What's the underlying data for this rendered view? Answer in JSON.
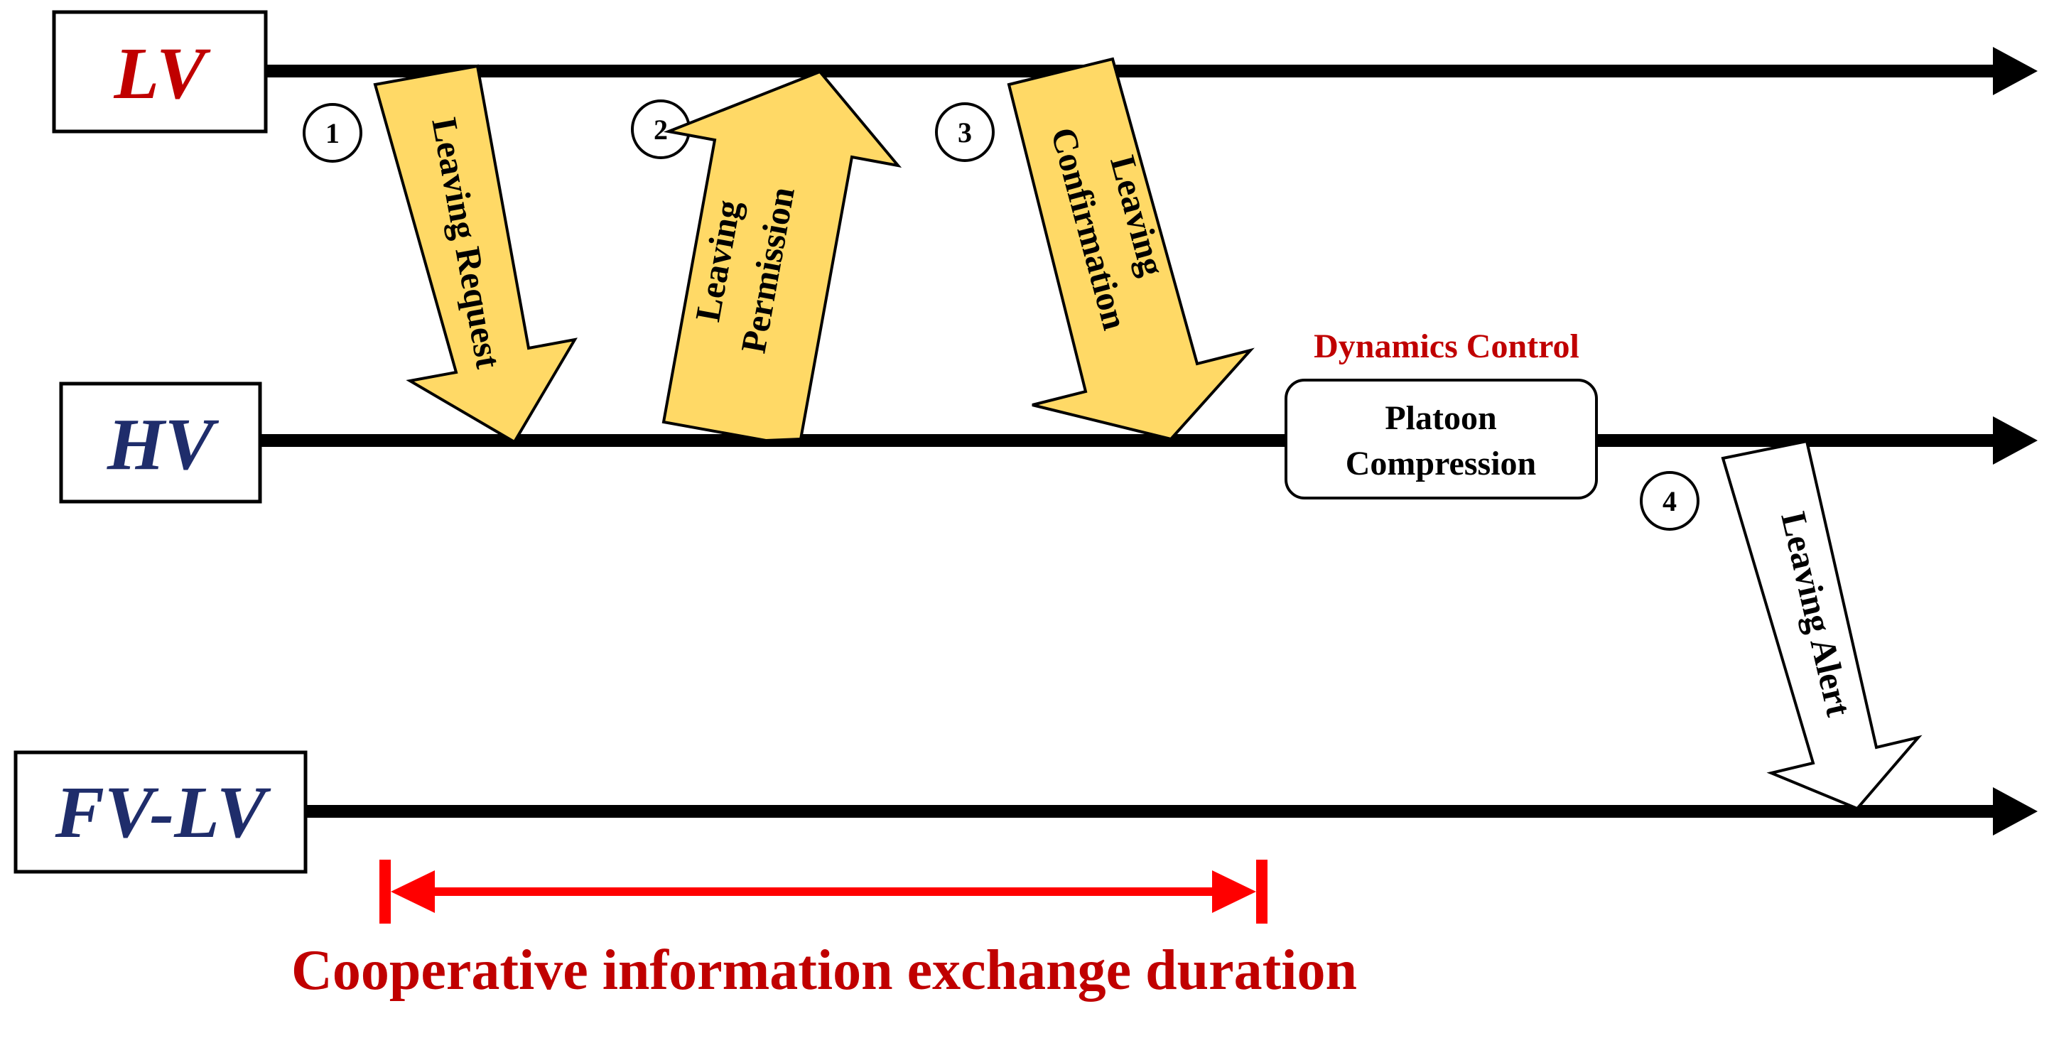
{
  "colors": {
    "lv_label": "#c00000",
    "hv_label": "#1f2d6b",
    "fv_label": "#1f2d6b",
    "message_fill": "#ffd966",
    "alert_fill": "#ffffff",
    "duration": "#ff0000",
    "dynamics_title": "#c00000"
  },
  "timelines": {
    "lv": {
      "label": "LV"
    },
    "hv": {
      "label": "HV"
    },
    "fv": {
      "label": "FV-LV"
    }
  },
  "messages": {
    "m1": {
      "step": "1",
      "text": "Leaving Request"
    },
    "m2": {
      "step": "2",
      "line1": "Leaving",
      "line2": "Permission"
    },
    "m3": {
      "step": "3",
      "line1": "Leaving",
      "line2": "Confirmation"
    },
    "m4": {
      "step": "4",
      "text": "Leaving Alert"
    }
  },
  "dynamics_control": {
    "title": "Dynamics Control",
    "line1": "Platoon",
    "line2": "Compression"
  },
  "duration": {
    "label": "Cooperative information exchange duration"
  }
}
